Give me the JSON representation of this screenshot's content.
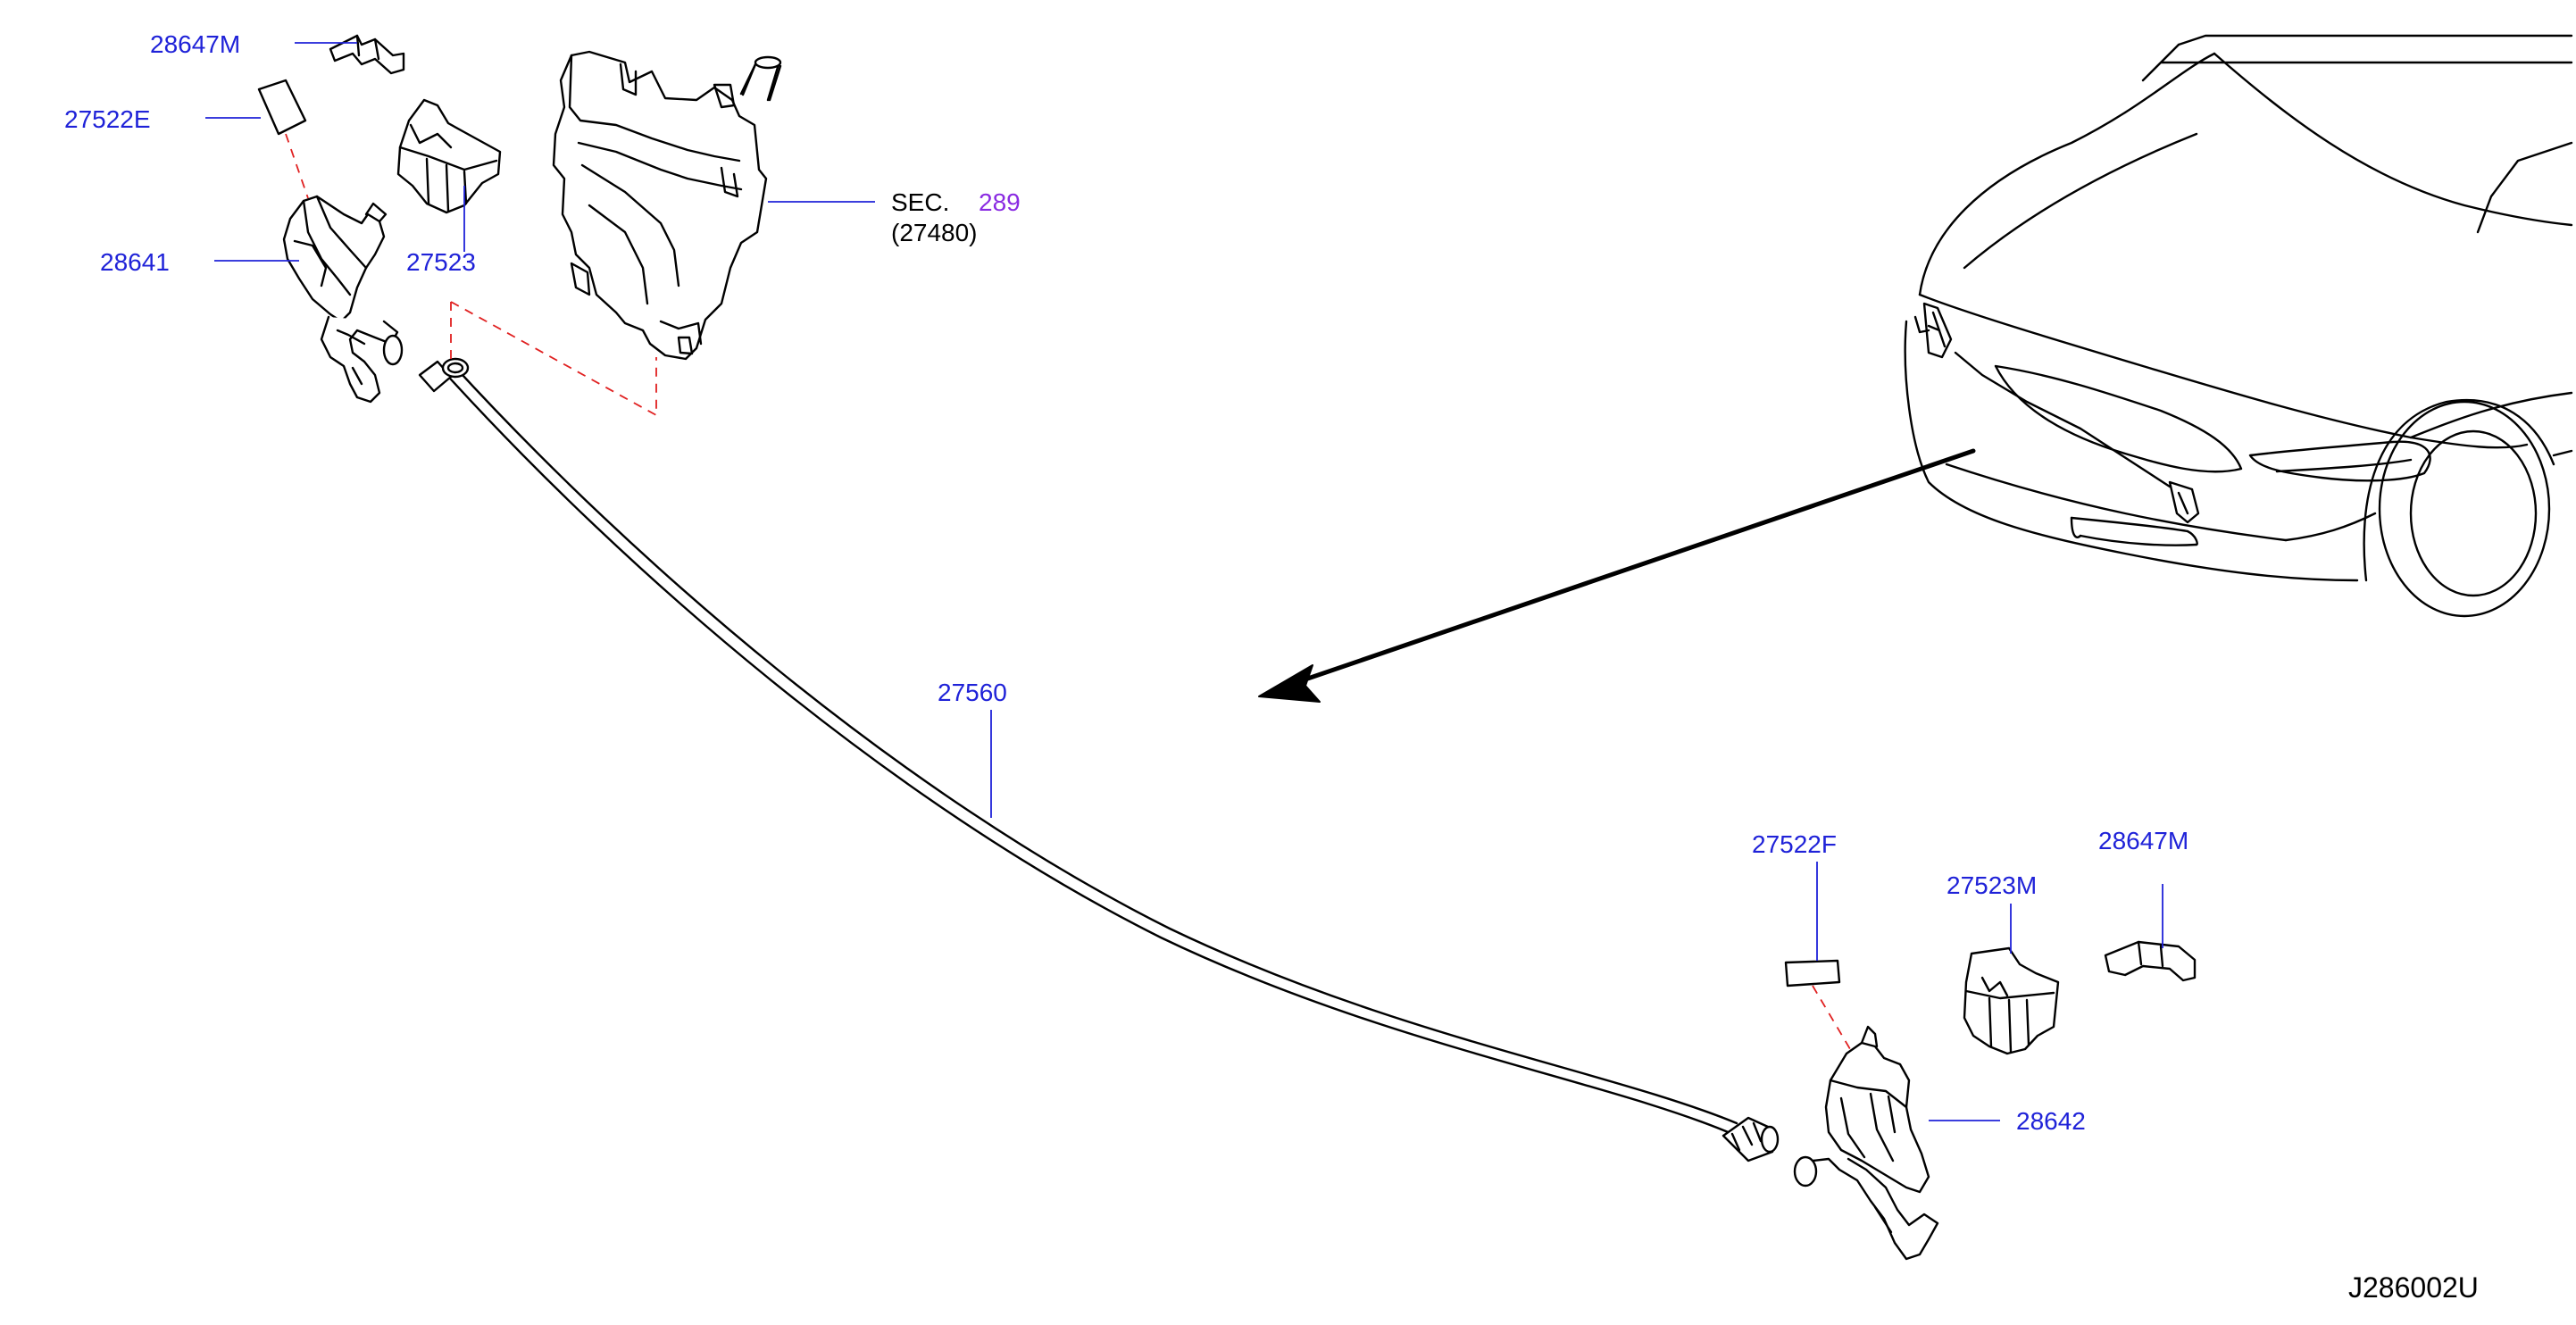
{
  "diagram": {
    "code": "J286002U",
    "accent_color": "#1f22d8",
    "reference_color": "#8a2be2",
    "callouts": [
      {
        "id": "28647M_top",
        "label": "28647M"
      },
      {
        "id": "27522E",
        "label": "27522E"
      },
      {
        "id": "28641",
        "label": "28641"
      },
      {
        "id": "27523",
        "label": "27523"
      },
      {
        "id": "27560",
        "label": "27560"
      },
      {
        "id": "27522F",
        "label": "27522F"
      },
      {
        "id": "27523M",
        "label": "27523M"
      },
      {
        "id": "28647M_right",
        "label": "28647M"
      },
      {
        "id": "28642",
        "label": "28642"
      }
    ],
    "section_ref": {
      "prefix": "SEC.",
      "number": "289",
      "sub": "(27480)"
    }
  }
}
